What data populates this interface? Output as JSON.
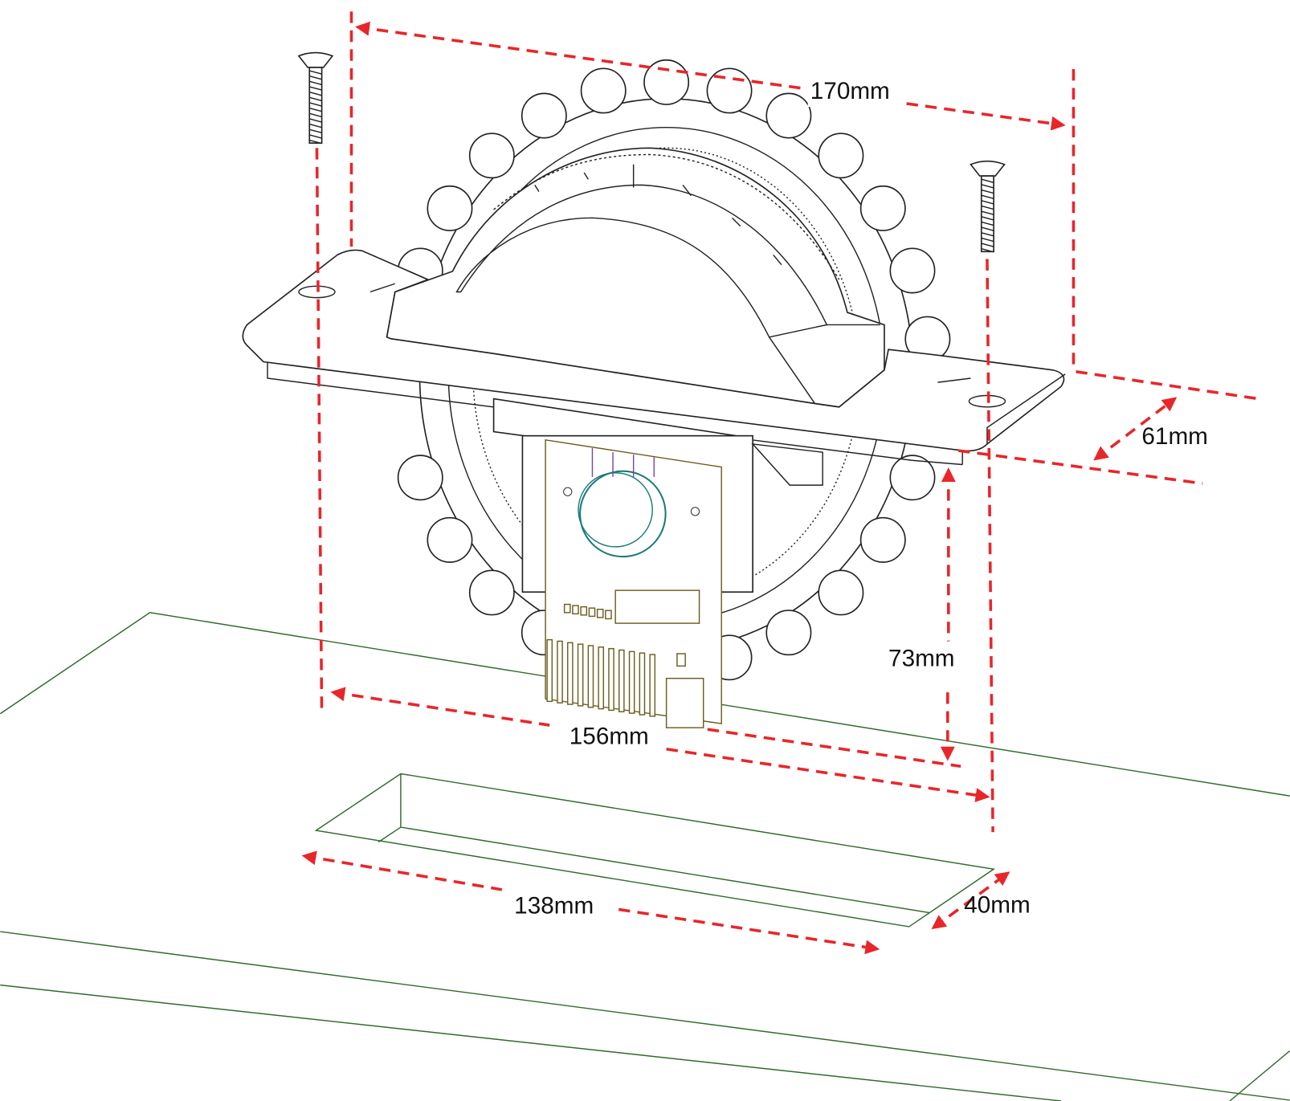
{
  "diagram": {
    "dimensions": {
      "plate_length": "170mm",
      "plate_depth": "61mm",
      "height_below_plate": "73mm",
      "hole_spacing": "156mm",
      "cutout_length": "138mm",
      "cutout_width": "40mm"
    },
    "colors": {
      "dimension": "#e8262a",
      "board": "#2f6b2a",
      "pcb": "#6b5e1e",
      "lines": "#222222"
    }
  }
}
